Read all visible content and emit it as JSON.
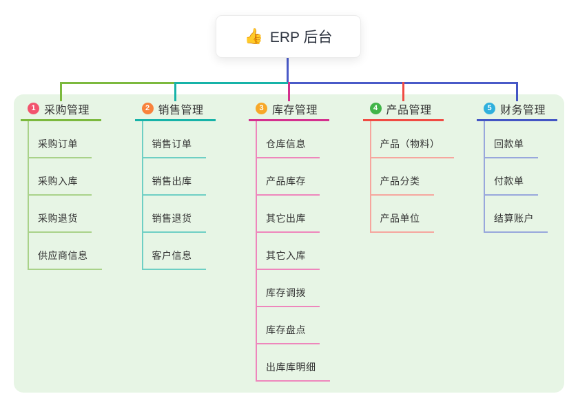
{
  "root": {
    "icon": "👍",
    "label": "ERP 后台"
  },
  "branches": [
    {
      "num": "1",
      "label": "采购管理",
      "children": [
        "采购订单",
        "采购入库",
        "采购退货",
        "供应商信息"
      ]
    },
    {
      "num": "2",
      "label": "销售管理",
      "children": [
        "销售订单",
        "销售出库",
        "销售退货",
        "客户信息"
      ]
    },
    {
      "num": "3",
      "label": "库存管理",
      "children": [
        "仓库信息",
        "产品库存",
        "其它出库",
        "其它入库",
        "库存调拨",
        "库存盘点",
        "出库库明细"
      ]
    },
    {
      "num": "4",
      "label": "产品管理",
      "children": [
        "产品（物料）",
        "产品分类",
        "产品单位"
      ]
    },
    {
      "num": "5",
      "label": "财务管理",
      "children": [
        "回款单",
        "付款单",
        "结算账户"
      ]
    }
  ],
  "colors": {
    "panel_bg": "#e7f5e5",
    "root_line": "#4a5ac8",
    "branches": [
      {
        "main": "#7cb93e",
        "light": "#a9d289",
        "badge": "#f2536d"
      },
      {
        "main": "#17b3a8",
        "light": "#6ecfc4",
        "badge": "#f8823c"
      },
      {
        "main": "#d4308e",
        "light": "#ee86bc",
        "badge": "#f7a829"
      },
      {
        "main": "#f04b43",
        "light": "#f6a69e",
        "badge": "#41b549"
      },
      {
        "main": "#4355c4",
        "light": "#98a7dc",
        "badge": "#2fb0dd"
      }
    ]
  }
}
